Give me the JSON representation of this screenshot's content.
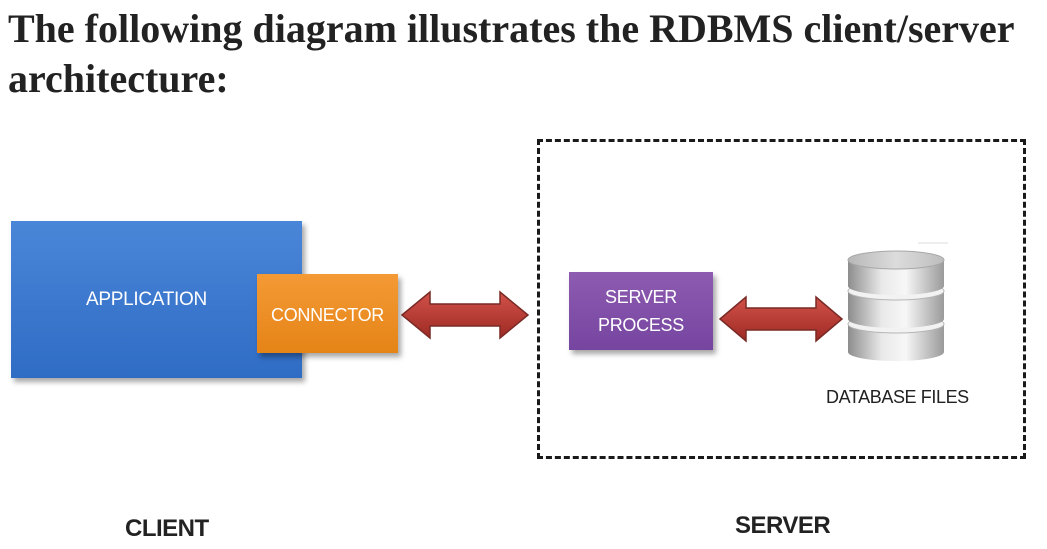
{
  "title": "The following diagram illustrates the RDBMS client/server architecture:",
  "diagram": {
    "application_label": "APPLICATION",
    "connector_label": "CONNECTOR",
    "server_process_label_line1": "SERVER",
    "server_process_label_line2": "PROCESS",
    "database_label": "DATABASE FILES",
    "client_label": "CLIENT",
    "server_label": "SERVER",
    "icons": {
      "arrow_client_server": "double-arrow-icon",
      "arrow_process_db": "double-arrow-icon",
      "database": "database-icon"
    },
    "colors": {
      "application": "#2f6cc4",
      "connector": "#e58417",
      "server_process": "#7645a0",
      "arrow": "#b0322c",
      "server_boundary": "#1a1a1a"
    }
  }
}
